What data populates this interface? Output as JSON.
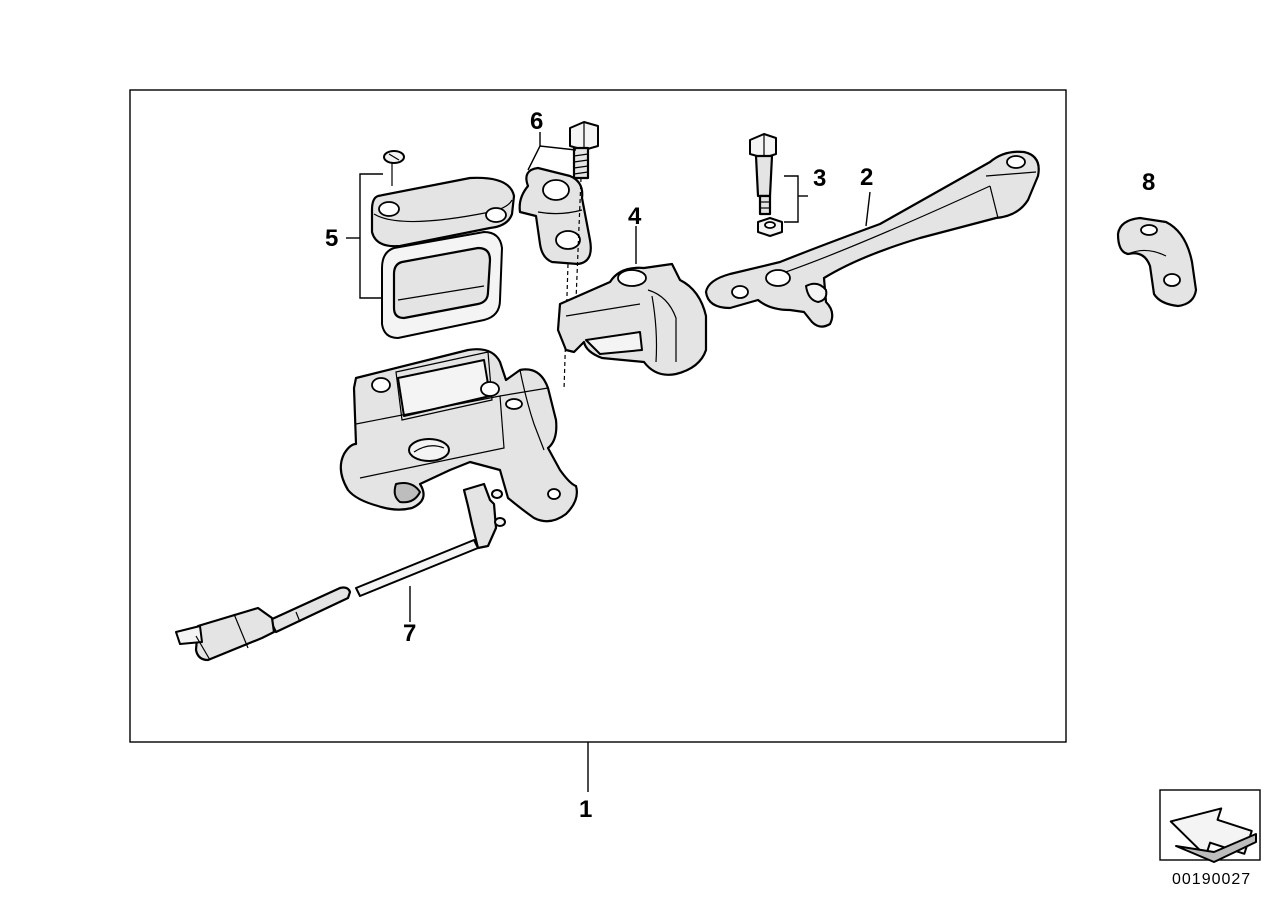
{
  "callouts": {
    "c1": "1",
    "c2": "2",
    "c3": "3",
    "c4": "4",
    "c5": "5",
    "c6": "6",
    "c7": "7",
    "c8": "8"
  },
  "drawing_number": "00190027",
  "icons": {
    "orientation": "direction-arrow-icon"
  }
}
